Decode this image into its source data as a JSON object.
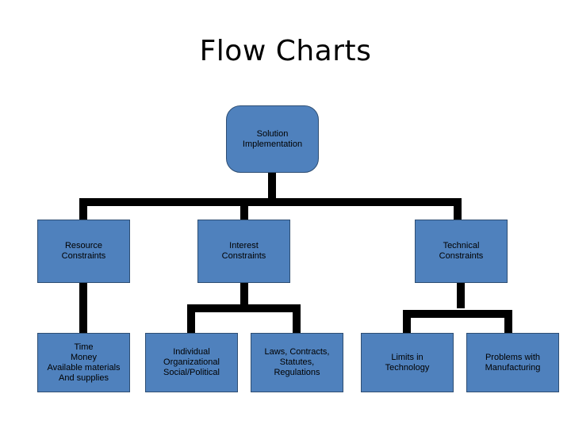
{
  "slide": {
    "title": "Flow Charts",
    "background_color": "#ffffff",
    "node_fill": "#4f81bd",
    "node_border": "#2e4e73",
    "connector_color": "#000000"
  },
  "nodes": {
    "root": {
      "label": "Solution\nImplementation"
    },
    "level2": [
      {
        "label": "Resource\nConstraints"
      },
      {
        "label": "Interest\nConstraints"
      },
      {
        "label": "Technical\nConstraints"
      }
    ],
    "level3": [
      {
        "label": "Time\nMoney\nAvailable materials\nAnd supplies"
      },
      {
        "label": "Individual\nOrganizational\nSocial/Political"
      },
      {
        "label": "Laws, Contracts,\nStatutes,\nRegulations"
      },
      {
        "label": "Limits in\nTechnology"
      },
      {
        "label": "Problems with\nManufacturing"
      }
    ]
  }
}
